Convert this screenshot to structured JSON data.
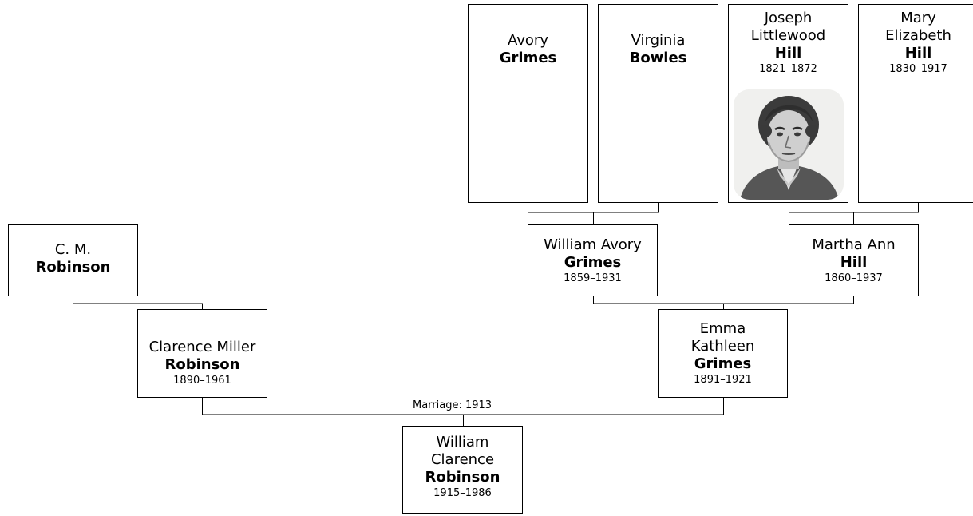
{
  "people": {
    "avory_grimes": {
      "given": "Avory",
      "surname": "Grimes",
      "dates": ""
    },
    "virginia_bowles": {
      "given": "Virginia",
      "surname": "Bowles",
      "dates": ""
    },
    "joseph_hill": {
      "given": "Joseph Littlewood",
      "surname": "Hill",
      "dates": "1821–1872"
    },
    "mary_hill": {
      "given": "Mary Elizabeth",
      "surname": "Hill",
      "dates": "1830–1917"
    },
    "cm_robinson": {
      "given": "C. M.",
      "surname": "Robinson",
      "dates": ""
    },
    "william_avory_grimes": {
      "given": "William Avory",
      "surname": "Grimes",
      "dates": "1859–1931"
    },
    "martha_hill": {
      "given": "Martha Ann",
      "surname": "Hill",
      "dates": "1860–1937"
    },
    "clarence_robinson": {
      "given": "Clarence Miller",
      "surname": "Robinson",
      "dates": "1890–1961"
    },
    "emma_grimes": {
      "given": "Emma Kathleen",
      "surname": "Grimes",
      "dates": "1891–1921"
    },
    "william_clarence_robinson": {
      "given": "William Clarence",
      "surname": "Robinson",
      "dates": "1915–1986"
    }
  },
  "marriage_label": "Marriage: 1913"
}
